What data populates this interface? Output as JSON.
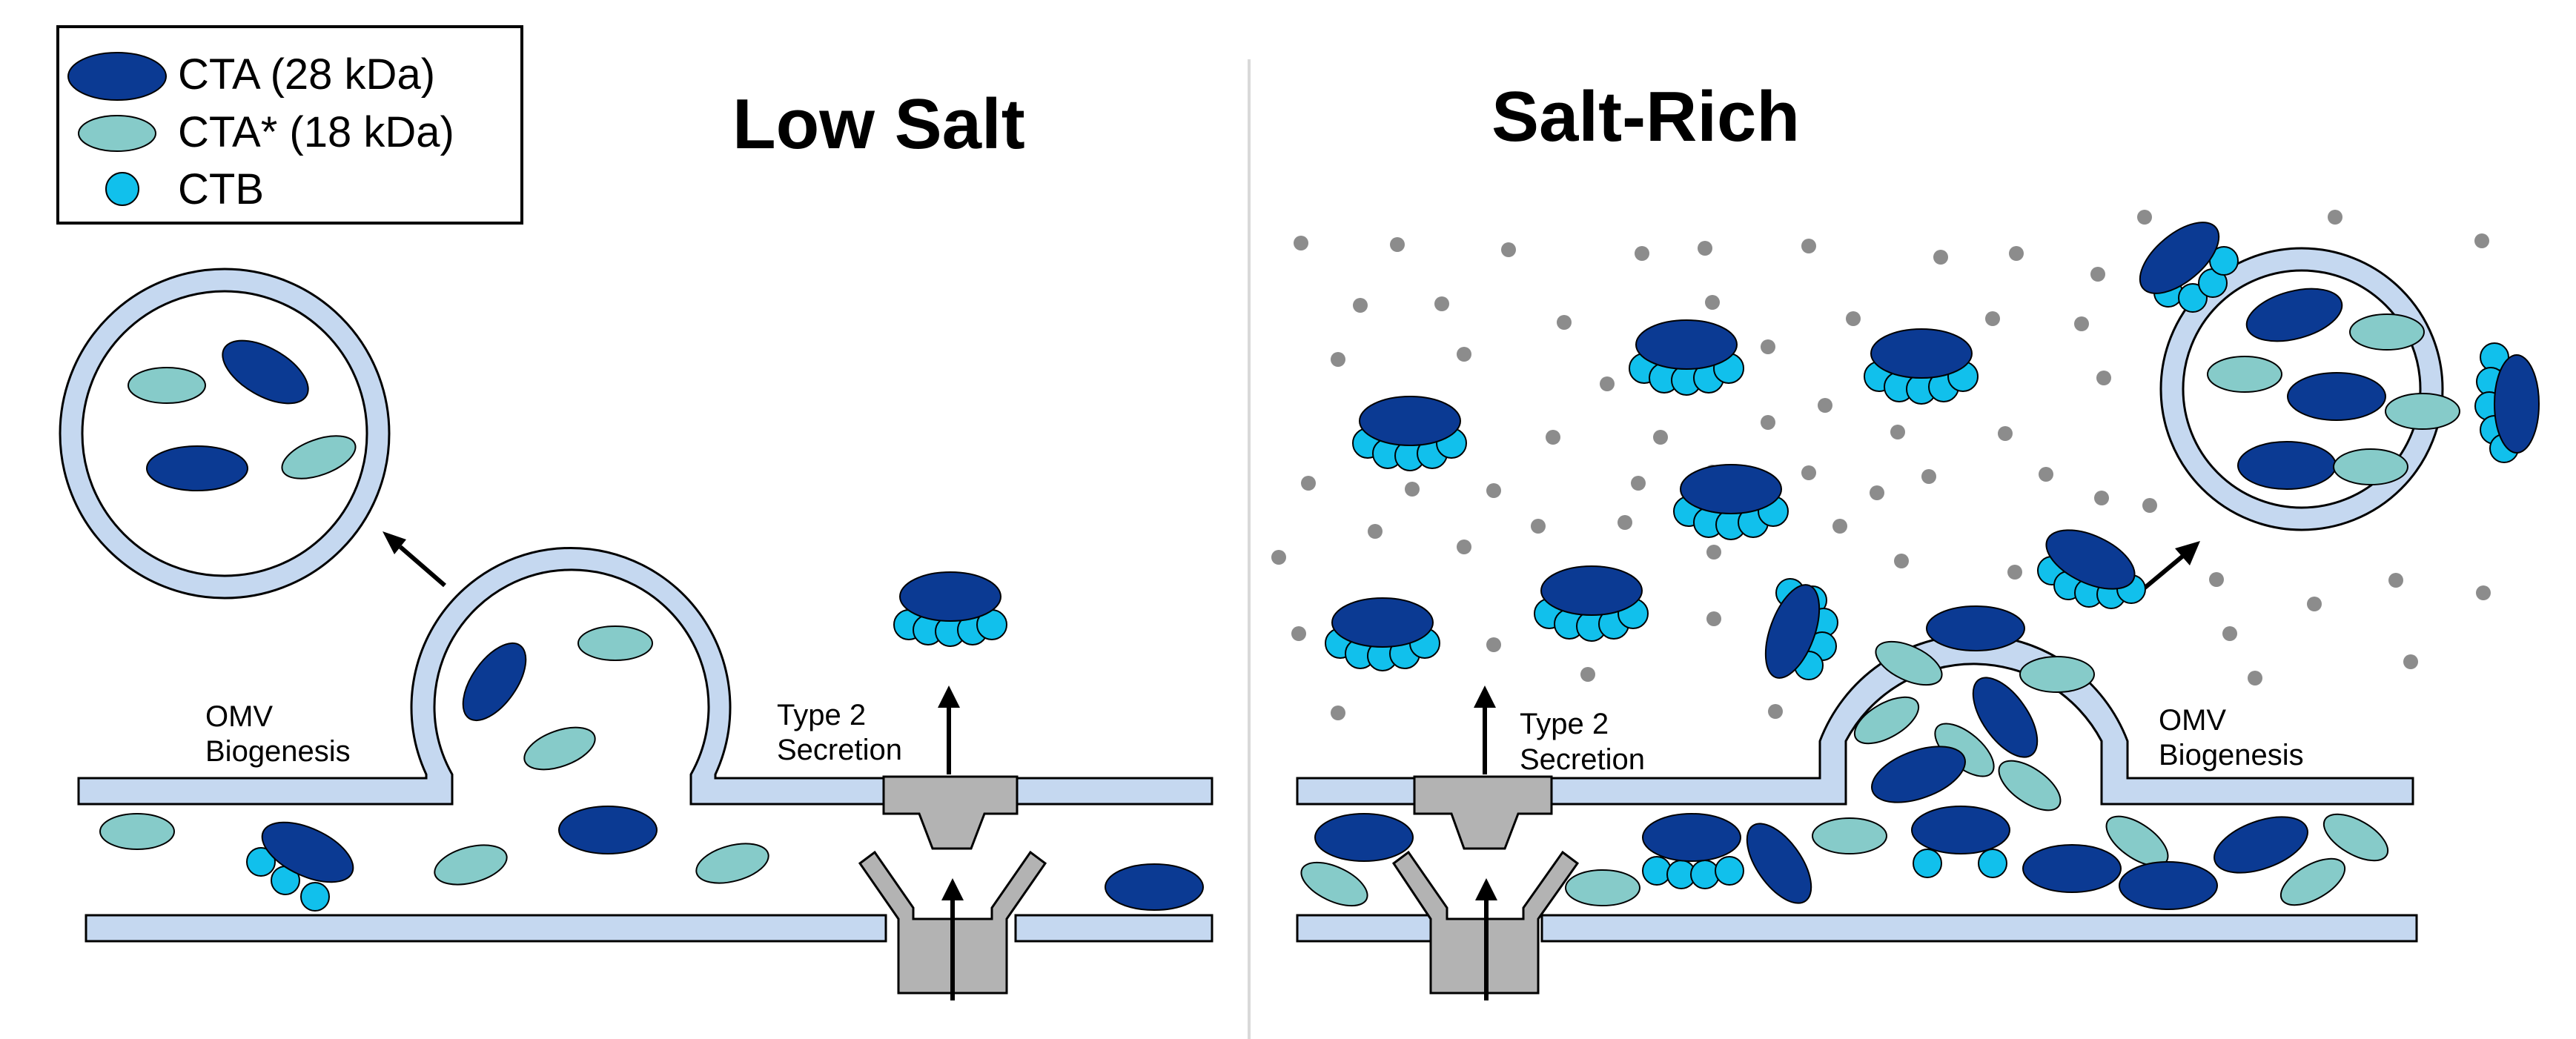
{
  "legend": {
    "items": [
      {
        "label": "CTA (28 kDa)",
        "icon": "cta-ellipse-icon",
        "color": "#0b3a93"
      },
      {
        "label": "CTA* (18 kDa)",
        "icon": "cta-star-ellipse-icon",
        "color": "#86cbc9"
      },
      {
        "label": "CTB",
        "icon": "ctb-circle-icon",
        "color": "#11c0ec"
      }
    ]
  },
  "panels": {
    "left": {
      "title": "Low Salt",
      "omv_label_line1": "OMV",
      "omv_label_line2": "Biogenesis",
      "secretion_label_line1": "Type 2",
      "secretion_label_line2": "Secretion"
    },
    "right": {
      "title": "Salt-Rich",
      "omv_label_line1": "OMV",
      "omv_label_line2": "Biogenesis",
      "secretion_label_line1": "Type 2",
      "secretion_label_line2": "Secretion"
    }
  },
  "colors": {
    "cta": "#0b3a93",
    "cta_star": "#86cbc9",
    "ctb": "#11c0ec",
    "membrane": "#c5d8f0",
    "secretion_channel": "#b3b3b3",
    "salt_dot": "#8c8c8c"
  }
}
